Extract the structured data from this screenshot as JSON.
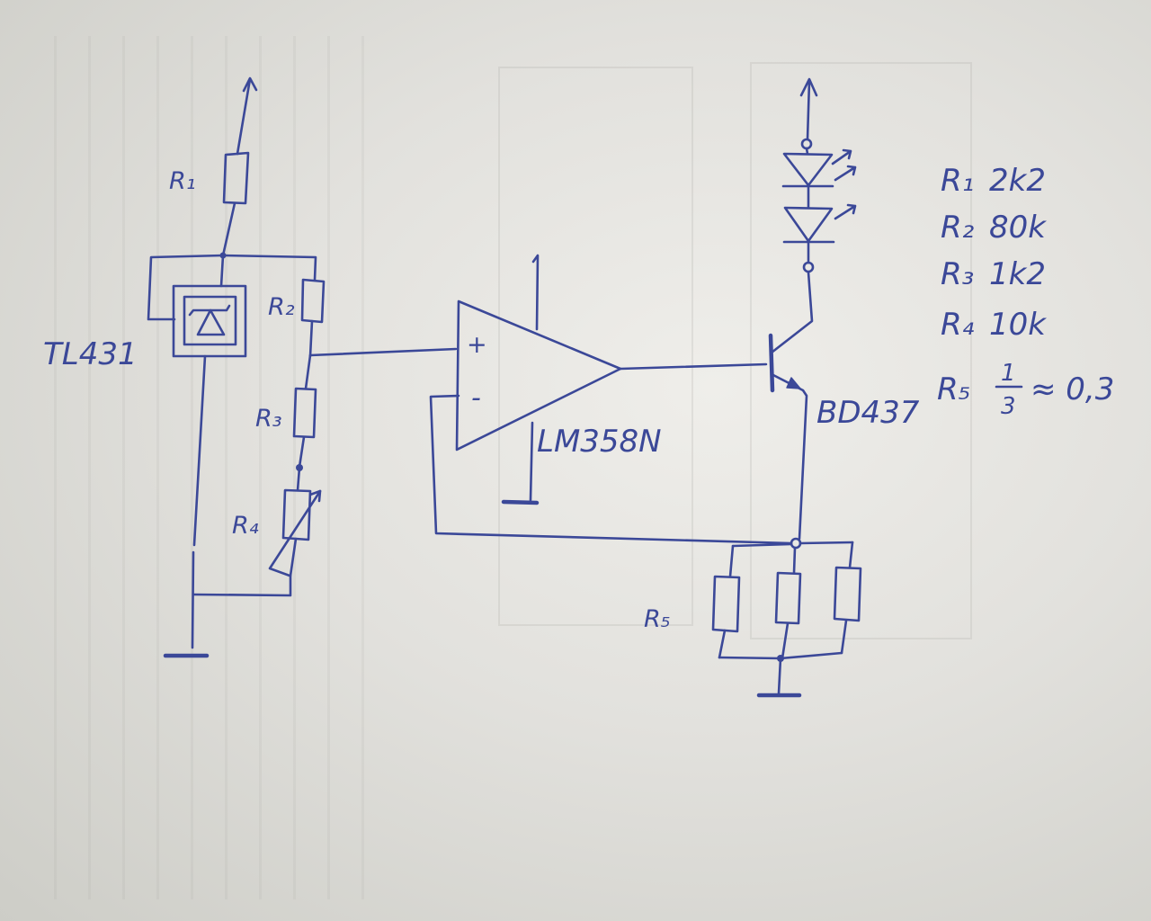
{
  "colors": {
    "ink": "#3b4898",
    "paper": "#deded9"
  },
  "schematic": {
    "r1": {
      "label": "R₁"
    },
    "tl431": {
      "label": "TL431"
    },
    "r2": {
      "label": "R₂"
    },
    "r3": {
      "label": "R₃"
    },
    "r4": {
      "label": "R₄"
    },
    "opamp": {
      "label": "LM358N",
      "plus_input": "+",
      "minus_input": "-"
    },
    "transistor": {
      "label": "BD437"
    },
    "r5": {
      "label": "R₅"
    }
  },
  "parts_list": [
    {
      "name": "R₁",
      "value": "2k2"
    },
    {
      "name": "R₂",
      "value": "80k"
    },
    {
      "name": "R₃",
      "value": "1k2"
    },
    {
      "name": "R₄",
      "value": "10k"
    },
    {
      "name": "R₅",
      "fraction_numerator": "1",
      "fraction_denominator": "3",
      "value": "≈ 0,3"
    }
  ]
}
